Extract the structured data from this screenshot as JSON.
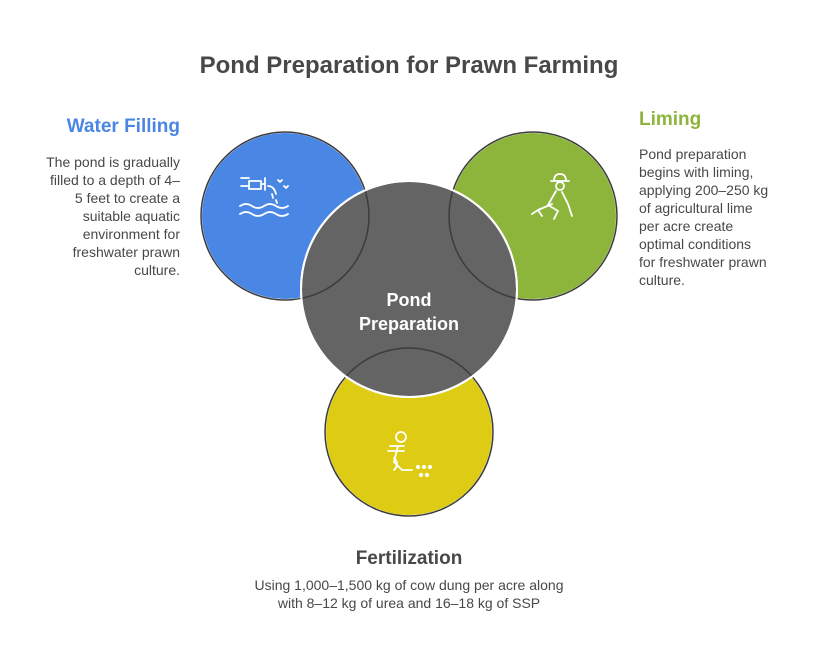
{
  "title": "Pond Preparation for Prawn Farming",
  "center": {
    "line1": "Pond",
    "line2": "Preparation"
  },
  "blocks": {
    "water_filling": {
      "title": "Water Filling",
      "lines": [
        "The pond is gradually",
        "filled to a depth of 4–",
        "5 feet to create a",
        "suitable aquatic",
        "environment for",
        "freshwater prawn",
        "culture."
      ],
      "color": "#4a86e4",
      "icon": "water-tap-icon"
    },
    "liming": {
      "title": "Liming",
      "lines": [
        "Pond preparation",
        "begins with liming,",
        "applying 200–250 kg",
        "of agricultural lime",
        "per acre create",
        "optimal conditions",
        "for freshwater prawn",
        "culture."
      ],
      "color": "#8db53b",
      "icon": "farmer-icon"
    },
    "fertilization": {
      "title": "Fertilization",
      "lines": [
        "Using 1,000–1,500 kg of cow dung per acre along",
        "with 8–12 kg of urea and 16–18 kg of SSP"
      ],
      "color": "#ddcb14",
      "icon": "fertilizing-person-icon"
    }
  },
  "center_color": "#646464"
}
